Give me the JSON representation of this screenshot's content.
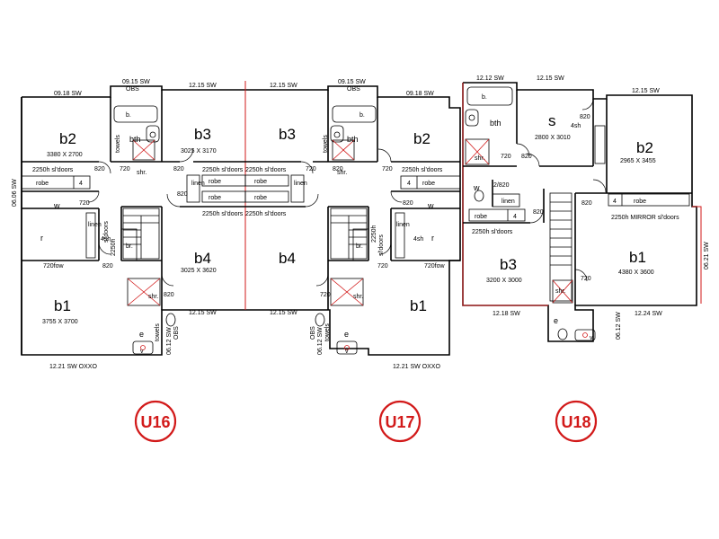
{
  "rooms": [
    {
      "key": "u16_b2_name",
      "text": "b2"
    },
    {
      "key": "u16_b2_dim",
      "text": "3380 X 2700"
    },
    {
      "key": "u16_bth",
      "text": "bth"
    },
    {
      "key": "u16_b3_name",
      "text": "b3"
    },
    {
      "key": "u16_b3_dim",
      "text": "3025 X 3170"
    },
    {
      "key": "u16_w",
      "text": "w"
    },
    {
      "key": "u16_r",
      "text": "r"
    },
    {
      "key": "u16_4sh",
      "text": "4sh"
    },
    {
      "key": "u16_b4_name",
      "text": "b4"
    },
    {
      "key": "u16_b4_dim",
      "text": "3025 X 3620"
    },
    {
      "key": "u16_b1_name",
      "text": "b1"
    },
    {
      "key": "u16_b1_dim",
      "text": "3755 X 3700"
    },
    {
      "key": "u16_e",
      "text": "e"
    },
    {
      "key": "u17_b3_name",
      "text": "b3"
    },
    {
      "key": "u17_bth",
      "text": "bth"
    },
    {
      "key": "u17_b2_name",
      "text": "b2"
    },
    {
      "key": "u17_w",
      "text": "w"
    },
    {
      "key": "u17_b4_name",
      "text": "b4"
    },
    {
      "key": "u17_r",
      "text": "r"
    },
    {
      "key": "u17_4sh",
      "text": "4sh"
    },
    {
      "key": "u17_b1_name",
      "text": "b1"
    },
    {
      "key": "u17_e",
      "text": "e"
    },
    {
      "key": "u18_bth",
      "text": "bth"
    },
    {
      "key": "u18_s_name",
      "text": "s"
    },
    {
      "key": "u18_s_dim",
      "text": "2800 X 3010"
    },
    {
      "key": "u18_4sh",
      "text": "4sh"
    },
    {
      "key": "u18_b2_name",
      "text": "b2"
    },
    {
      "key": "u18_b2_dim",
      "text": "2965 X 3455"
    },
    {
      "key": "u18_w",
      "text": "w"
    },
    {
      "key": "u18_b3_name",
      "text": "b3"
    },
    {
      "key": "u18_b3_dim",
      "text": "3200 X 3000"
    },
    {
      "key": "u18_b1_name",
      "text": "b1"
    },
    {
      "key": "u18_b1_dim",
      "text": "4380 X 3600"
    },
    {
      "key": "u18_e",
      "text": "e"
    }
  ],
  "labels": [
    {
      "key": "l1",
      "text": "09.18 SW"
    },
    {
      "key": "l2",
      "text": "09.15 SW"
    },
    {
      "key": "l3",
      "text": "OBS"
    },
    {
      "key": "l4",
      "text": "12.15 SW"
    },
    {
      "key": "l5",
      "text": "12.15 SW"
    },
    {
      "key": "l6",
      "text": "09.15 SW"
    },
    {
      "key": "l7",
      "text": "OBS"
    },
    {
      "key": "l8",
      "text": "09.18 SW"
    },
    {
      "key": "l9",
      "text": "12.12 SW"
    },
    {
      "key": "l10",
      "text": "12.15 SW"
    },
    {
      "key": "l11",
      "text": "12.15 SW"
    },
    {
      "key": "l12",
      "text": "2250h sl'doors"
    },
    {
      "key": "l13",
      "text": "2250h sl'doors"
    },
    {
      "key": "l14",
      "text": "2250h sl'doors"
    },
    {
      "key": "l15",
      "text": "2250h sl'doors"
    },
    {
      "key": "l16",
      "text": "2250h sl'doors"
    },
    {
      "key": "l17",
      "text": "2250h sl'doors"
    },
    {
      "key": "l18",
      "text": "2250h sl'doors"
    },
    {
      "key": "l19",
      "text": "2250h MIRROR sl'doors"
    },
    {
      "key": "l20",
      "text": "820"
    },
    {
      "key": "l21",
      "text": "720"
    },
    {
      "key": "l22",
      "text": "820"
    },
    {
      "key": "l23",
      "text": "820"
    },
    {
      "key": "l24",
      "text": "720"
    },
    {
      "key": "l25",
      "text": "820"
    },
    {
      "key": "l26",
      "text": "720"
    },
    {
      "key": "l27",
      "text": "820"
    },
    {
      "key": "l28",
      "text": "720"
    },
    {
      "key": "l29",
      "text": "820"
    },
    {
      "key": "l30",
      "text": "720"
    },
    {
      "key": "l31",
      "text": "820"
    },
    {
      "key": "l32",
      "text": "820"
    },
    {
      "key": "l33",
      "text": "720"
    },
    {
      "key": "l34",
      "text": "820"
    },
    {
      "key": "l35",
      "text": "720"
    },
    {
      "key": "l36",
      "text": "820"
    },
    {
      "key": "l37",
      "text": "820"
    },
    {
      "key": "l38",
      "text": "720"
    },
    {
      "key": "l39",
      "text": "720fow"
    },
    {
      "key": "l40",
      "text": "720fow"
    },
    {
      "key": "l41",
      "text": "12.15 SW"
    },
    {
      "key": "l42",
      "text": "12.15 SW"
    },
    {
      "key": "l43",
      "text": "12.18 SW"
    },
    {
      "key": "l44",
      "text": "12.24 SW"
    },
    {
      "key": "l45",
      "text": "12.21 SW OXXO"
    },
    {
      "key": "l46",
      "text": "12.21 SW OXXO"
    },
    {
      "key": "l47",
      "text": "b."
    },
    {
      "key": "l48",
      "text": "b."
    },
    {
      "key": "l49",
      "text": "b."
    },
    {
      "key": "l50",
      "text": "shr."
    },
    {
      "key": "l51",
      "text": "shr."
    },
    {
      "key": "l52",
      "text": "shr."
    },
    {
      "key": "l53",
      "text": "shr."
    },
    {
      "key": "l54",
      "text": "shr."
    },
    {
      "key": "l55",
      "text": "shr."
    },
    {
      "key": "l56",
      "text": "br."
    },
    {
      "key": "l57",
      "text": "br."
    },
    {
      "key": "l58",
      "text": "linen"
    },
    {
      "key": "l59",
      "text": "linen"
    },
    {
      "key": "l60",
      "text": "linen"
    },
    {
      "key": "l61",
      "text": "linen"
    },
    {
      "key": "l62",
      "text": "linen"
    },
    {
      "key": "l63",
      "text": "robe"
    },
    {
      "key": "l64",
      "text": "robe"
    },
    {
      "key": "l65",
      "text": "robe"
    },
    {
      "key": "l66",
      "text": "robe"
    },
    {
      "key": "l67",
      "text": "robe"
    },
    {
      "key": "l68",
      "text": "robe"
    },
    {
      "key": "l69",
      "text": "robe"
    },
    {
      "key": "l70",
      "text": "robe"
    },
    {
      "key": "l71",
      "text": "4"
    },
    {
      "key": "l72",
      "text": "4"
    },
    {
      "key": "l73",
      "text": "4"
    },
    {
      "key": "l74",
      "text": "4"
    },
    {
      "key": "l75",
      "text": "towels"
    },
    {
      "key": "l76",
      "text": "towels"
    },
    {
      "key": "l77",
      "text": "towels"
    },
    {
      "key": "l78",
      "text": "towels"
    },
    {
      "key": "l79",
      "text": "06.06 SW"
    },
    {
      "key": "l80",
      "text": "06.12 SW"
    },
    {
      "key": "l81",
      "text": "OBS"
    },
    {
      "key": "l82",
      "text": "OBS"
    },
    {
      "key": "l83",
      "text": "06.12 SW"
    },
    {
      "key": "l84",
      "text": "06.12 SW"
    },
    {
      "key": "l85",
      "text": "06.21 SW"
    },
    {
      "key": "l86",
      "text": "2250h"
    },
    {
      "key": "l87",
      "text": "sl'doors"
    },
    {
      "key": "l88",
      "text": "2250h"
    },
    {
      "key": "l89",
      "text": "sl'doors"
    },
    {
      "key": "l90",
      "text": "v"
    },
    {
      "key": "l91",
      "text": "v"
    },
    {
      "key": "l92",
      "text": "v"
    },
    {
      "key": "l93",
      "text": "2/820"
    }
  ],
  "units": [
    {
      "key": "u16",
      "text": "U16"
    },
    {
      "key": "u17",
      "text": "U17"
    },
    {
      "key": "u18",
      "text": "U18"
    }
  ]
}
